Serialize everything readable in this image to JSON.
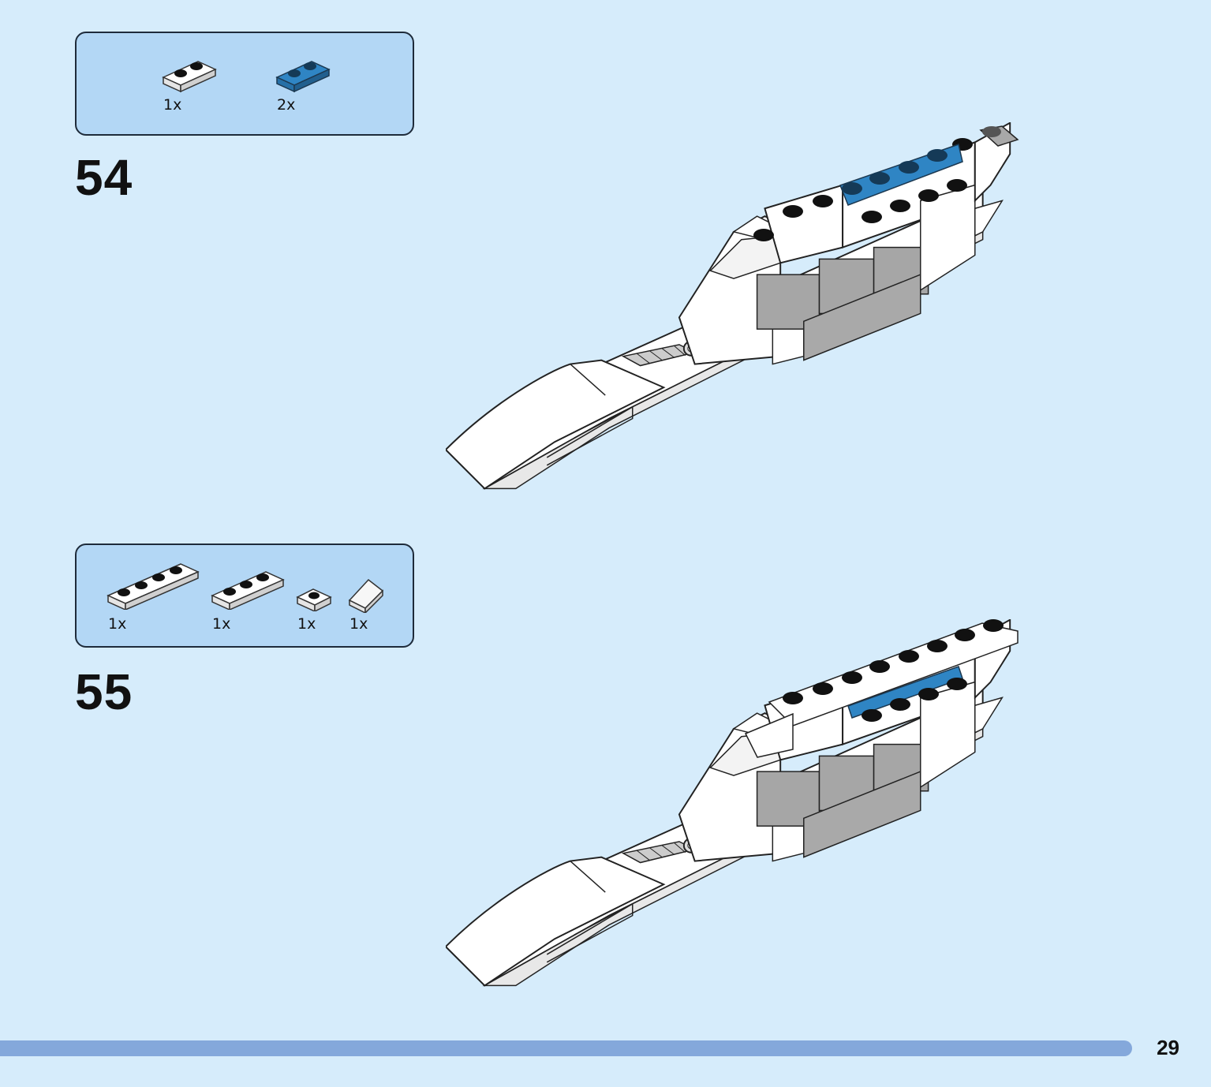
{
  "steps": [
    {
      "number": "54",
      "parts": [
        {
          "name": "white 1x2 plate",
          "qty": "1x",
          "color": "#ffffff"
        },
        {
          "name": "blue 1x2 plate",
          "qty": "2x",
          "color": "#2f85c4"
        }
      ]
    },
    {
      "number": "55",
      "parts": [
        {
          "name": "white 1x4 plate",
          "qty": "1x",
          "color": "#ffffff"
        },
        {
          "name": "white 1x3 plate",
          "qty": "1x",
          "color": "#ffffff"
        },
        {
          "name": "white 1x1 plate",
          "qty": "1x",
          "color": "#ffffff"
        },
        {
          "name": "white slope",
          "qty": "1x",
          "color": "#ffffff"
        }
      ]
    }
  ],
  "colors": {
    "background": "#d6ecfb",
    "callout": "#b3d7f5",
    "accent_blue": "#2f85c4",
    "grey": "#a9a9a9",
    "progress": "#84a8db"
  },
  "footer": {
    "page_number": "29"
  }
}
